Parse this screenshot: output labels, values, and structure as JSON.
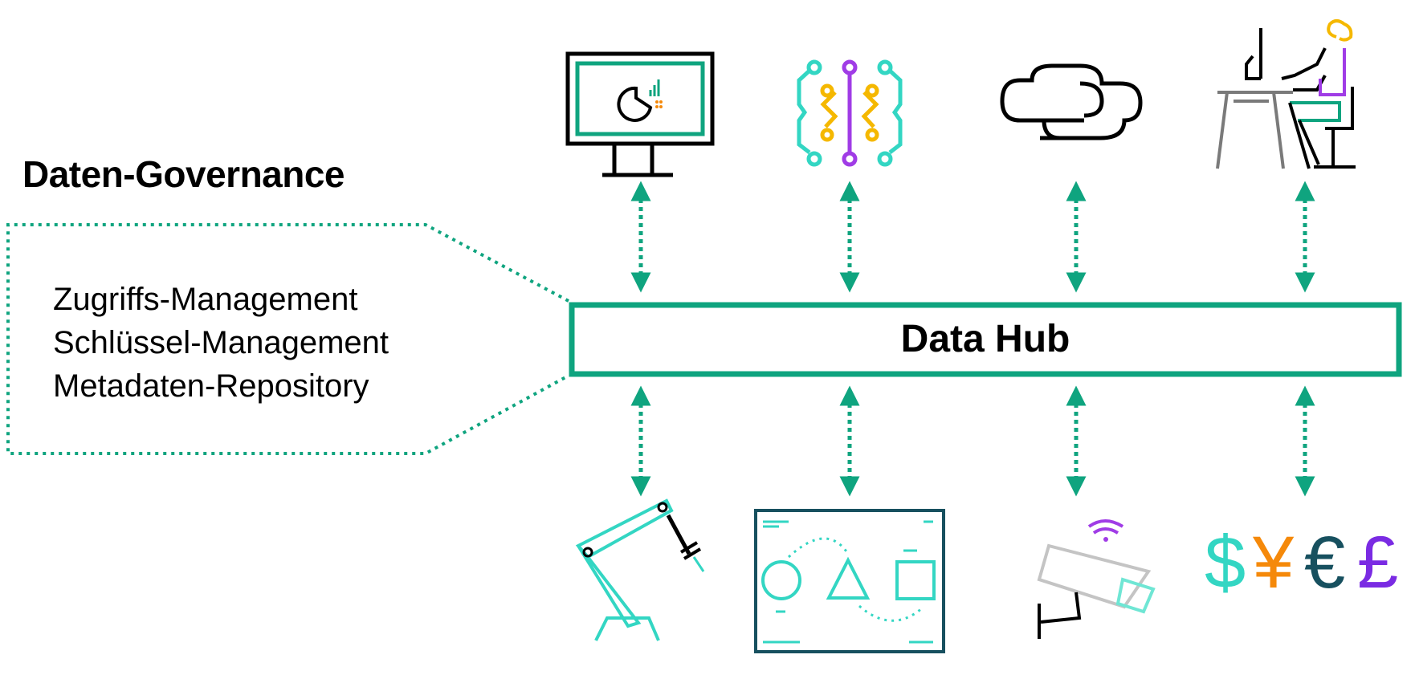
{
  "governance": {
    "title": "Daten-Governance",
    "items": [
      "Zugriffs-Management",
      "Schlüssel-Management",
      "Metadaten-Repository"
    ]
  },
  "hub": {
    "label": "Data Hub"
  },
  "top_icons": [
    "monitor-chart-icon",
    "ai-brain-circuit-icon",
    "cloud-icon",
    "person-at-desk-icon"
  ],
  "bottom_icons": [
    "robot-arm-icon",
    "shapes-whiteboard-icon",
    "security-camera-icon",
    "currency-symbols-icon"
  ],
  "currency_symbols": [
    "$",
    "¥",
    "€",
    "£"
  ],
  "colors": {
    "accent_green": "#0fa47f",
    "teal": "#33d6c3",
    "purple": "#a03ce6",
    "yellow": "#f5b800",
    "orange": "#f5890a",
    "dark_teal": "#17505f",
    "currency_purple": "#7a2be3"
  }
}
